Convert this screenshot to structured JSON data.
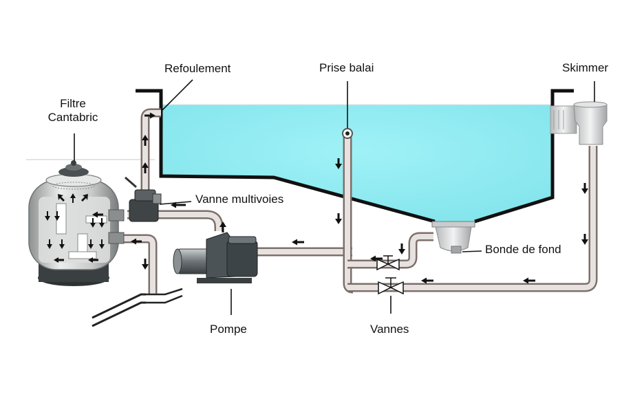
{
  "labels": {
    "refoulement": "Refoulement",
    "prise_balai": "Prise balai",
    "skimmer": "Skimmer",
    "filtre_line1": "Filtre",
    "filtre_line2": "Cantabric",
    "vanne_multivoies": "Vanne multivoies",
    "bonde_de_fond": "Bonde de fond",
    "pompe": "Pompe",
    "vannes": "Vannes"
  },
  "colors": {
    "water": "#8ce9f0",
    "pipe": "#7d6f6b",
    "pipe_highlight": "#e7e2df",
    "wall": "#111111",
    "filter_body": "#d9dada",
    "pump_body": "#5f6669"
  }
}
